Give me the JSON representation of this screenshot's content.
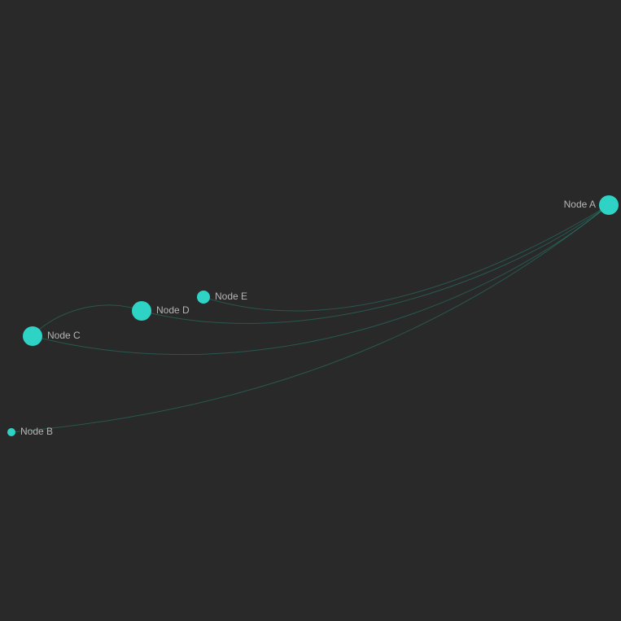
{
  "colors": {
    "background": "#292929",
    "node": "#2ed3c6",
    "edge": "#27806f",
    "label": "#b5b5b5"
  },
  "graph": {
    "nodes": [
      {
        "id": "A",
        "label": "Node A",
        "size": 3
      },
      {
        "id": "B",
        "label": "Node B",
        "size": 1
      },
      {
        "id": "C",
        "label": "Node C",
        "size": 3
      },
      {
        "id": "D",
        "label": "Node D",
        "size": 3
      },
      {
        "id": "E",
        "label": "Node E",
        "size": 2
      }
    ],
    "edges": [
      {
        "source": "A",
        "target": "B"
      },
      {
        "source": "A",
        "target": "C"
      },
      {
        "source": "A",
        "target": "D"
      },
      {
        "source": "A",
        "target": "E"
      },
      {
        "source": "C",
        "target": "D"
      }
    ]
  }
}
